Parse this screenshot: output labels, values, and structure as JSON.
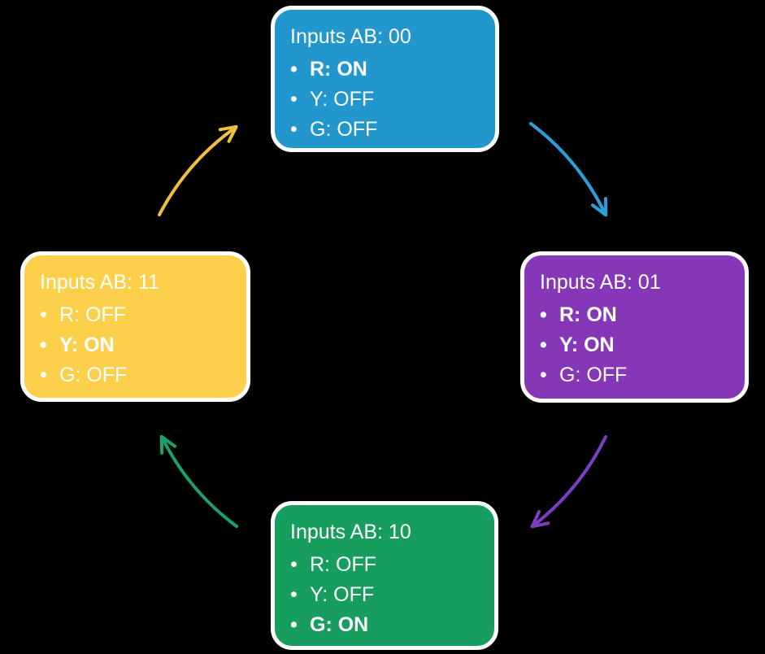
{
  "background": "#000000",
  "text_color": "#ffffff",
  "states": [
    {
      "id": "state-00",
      "title": "Inputs AB: 00",
      "color": "#2297cd",
      "position": "top",
      "items": [
        {
          "text": "R: ON",
          "bold": true
        },
        {
          "text": "Y: OFF",
          "bold": false
        },
        {
          "text": "G: OFF",
          "bold": false
        }
      ]
    },
    {
      "id": "state-01",
      "title": "Inputs AB: 01",
      "color": "#8637b8",
      "position": "right",
      "items": [
        {
          "text": "R: ON",
          "bold": true
        },
        {
          "text": "Y: ON",
          "bold": true
        },
        {
          "text": "G: OFF",
          "bold": false
        }
      ]
    },
    {
      "id": "state-10",
      "title": "Inputs AB: 10",
      "color": "#179e5f",
      "position": "bottom",
      "items": [
        {
          "text": "R: OFF",
          "bold": false
        },
        {
          "text": "Y: OFF",
          "bold": false
        },
        {
          "text": "G: ON",
          "bold": true
        }
      ]
    },
    {
      "id": "state-11",
      "title": "Inputs AB: 11",
      "color": "#fdd04b",
      "position": "left",
      "items": [
        {
          "text": "R: OFF",
          "bold": false
        },
        {
          "text": "Y: ON",
          "bold": true
        },
        {
          "text": "G: OFF",
          "bold": false
        }
      ]
    }
  ],
  "arrows": [
    {
      "name": "top-to-right",
      "color": "#2ba1dc"
    },
    {
      "name": "right-to-bottom",
      "color": "#7e3ec4"
    },
    {
      "name": "bottom-to-left",
      "color": "#17a36b"
    },
    {
      "name": "left-to-top",
      "color": "#f0c13d"
    }
  ]
}
